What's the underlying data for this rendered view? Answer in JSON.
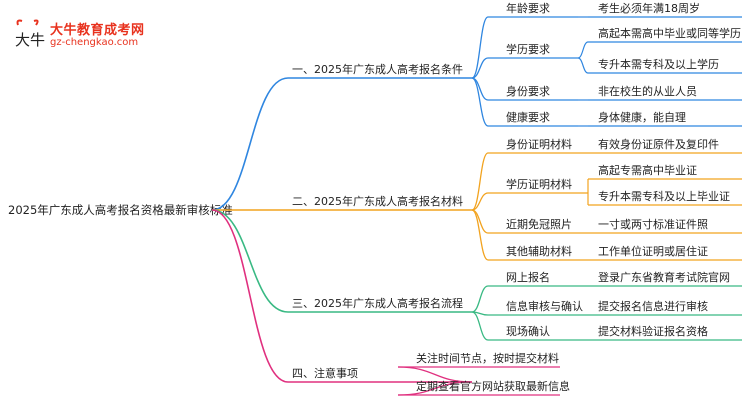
{
  "logo": {
    "name": "大牛教育成考网",
    "url": "gz-chengkao.com",
    "mark_text": "大牛",
    "mark_color": "#e8321e"
  },
  "root": {
    "label": "2025年广东成人高考报名资格最新审核标准"
  },
  "colors": {
    "blue": "#2f86e0",
    "orange": "#f2a31f",
    "green": "#39b983",
    "pink": "#e0307f"
  },
  "branches": [
    {
      "label": "一、2025年广东成人高考报名条件",
      "color": "blue",
      "children": [
        {
          "label": "年龄要求",
          "leaves": [
            "考生必须年满18周岁"
          ]
        },
        {
          "label": "学历要求",
          "leaves": [
            "高起本需高中毕业或同等学历",
            "专升本需专科及以上学历"
          ]
        },
        {
          "label": "身份要求",
          "leaves": [
            "非在校生的从业人员"
          ]
        },
        {
          "label": "健康要求",
          "leaves": [
            "身体健康，能自理"
          ]
        }
      ]
    },
    {
      "label": "二、2025年广东成人高考报名材料",
      "color": "orange",
      "children": [
        {
          "label": "身份证明材料",
          "leaves": [
            "有效身份证原件及复印件"
          ]
        },
        {
          "label": "学历证明材料",
          "leaves": [
            "高起专需高中毕业证",
            "专升本需专科及以上毕业证"
          ]
        },
        {
          "label": "近期免冠照片",
          "leaves": [
            "一寸或两寸标准证件照"
          ]
        },
        {
          "label": "其他辅助材料",
          "leaves": [
            "工作单位证明或居住证"
          ]
        }
      ]
    },
    {
      "label": "三、2025年广东成人高考报名流程",
      "color": "green",
      "children": [
        {
          "label": "网上报名",
          "leaves": [
            "登录广东省教育考试院官网"
          ]
        },
        {
          "label": "信息审核与确认",
          "leaves": [
            "提交报名信息进行审核"
          ]
        },
        {
          "label": "现场确认",
          "leaves": [
            "提交材料验证报名资格"
          ]
        }
      ]
    },
    {
      "label": "四、注意事项",
      "color": "pink",
      "children": [
        {
          "label": "关注时间节点，按时提交材料",
          "leaves": []
        },
        {
          "label": "定期查看官方网站获取最新信息",
          "leaves": []
        }
      ]
    }
  ]
}
